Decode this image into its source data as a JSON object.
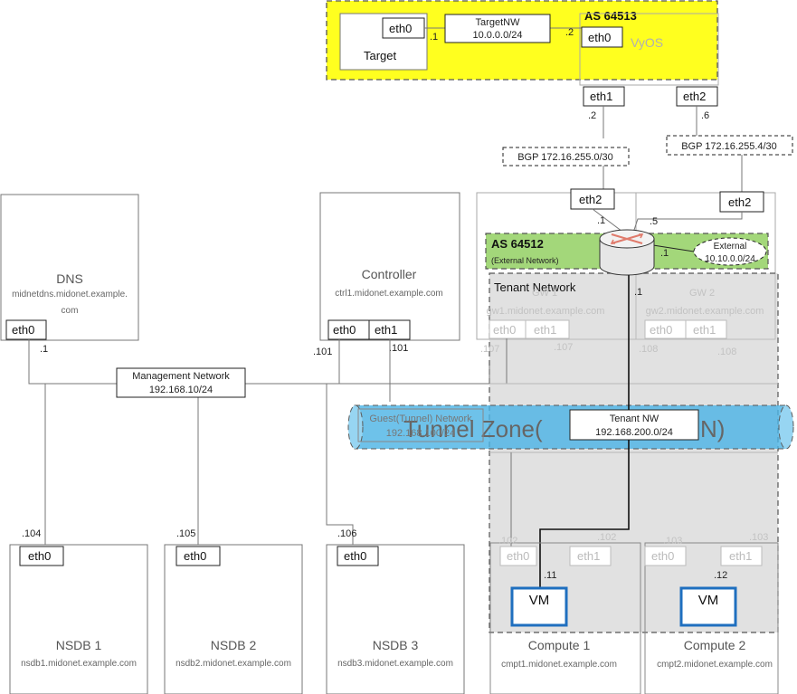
{
  "target_area": {
    "as_label": "AS 64513",
    "target_label": "Target",
    "target_eth": "eth0",
    "target_nw_name": "TargetNW",
    "target_nw_cidr": "10.0.0.0/24",
    "target_addr": ".1",
    "vyos_addr": ".2",
    "vyos_eth0": "eth0",
    "vyos_label": "VyOS"
  },
  "vyos_ports": {
    "eth1": "eth1",
    "eth2": "eth2",
    "eth1_addr": ".2",
    "eth2_addr": ".6"
  },
  "bgp": {
    "left": "BGP 172.16.255.0/30",
    "right": "BGP 172.16.255.4/30",
    "router_eth2_left": "eth2",
    "router_eth2_right": "eth2",
    "left_addr": ".1",
    "right_addr": ".5"
  },
  "midonet_as": {
    "as_label": "AS 64512",
    "sub_label": "(External Network)",
    "external_name": "External",
    "external_cidr": "10.10.0.0/24",
    "external_addr": ".1",
    "tenant_uplink_addr": ".1"
  },
  "dns": {
    "title": "DNS",
    "host_line1": "midnetdns.midonet.example.",
    "host_line2": "com",
    "eth": "eth0",
    "addr": ".1"
  },
  "controller": {
    "title": "Controller",
    "host": "ctrl1.midonet.example.com",
    "eth0": "eth0",
    "eth1": "eth1",
    "addr0": ".101",
    "addr1": ".101"
  },
  "gw1": {
    "title": "GW 1",
    "host": "gw1.midonet.example.com",
    "eth0": "eth0",
    "eth1": "eth1",
    "addr0": ".107",
    "addr1": ".107"
  },
  "gw2": {
    "title": "GW 2",
    "host": "gw2.midonet.example.com",
    "eth0": "eth0",
    "eth1": "eth1",
    "addr0": ".108",
    "addr1": ".108"
  },
  "management_network": {
    "name": "Management Network",
    "cidr": "192.168.10/24"
  },
  "tunnel": {
    "label": "Tunnel Zone(",
    "label_tail": "N)",
    "guest_name": "Guest(Tunnel) Network",
    "guest_cidr": "192.168.100/24"
  },
  "tenant": {
    "title": "Tenant Network",
    "nw_name": "Tenant NW",
    "nw_cidr": "192.168.200.0/24"
  },
  "nsdb": [
    {
      "title": "NSDB 1",
      "host": "nsdb1.midonet.example.com",
      "eth": "eth0",
      "addr": ".104"
    },
    {
      "title": "NSDB 2",
      "host": "nsdb2.midonet.example.com",
      "eth": "eth0",
      "addr": ".105"
    },
    {
      "title": "NSDB 3",
      "host": "nsdb3.midonet.example.com",
      "eth": "eth0",
      "addr": ".106"
    }
  ],
  "compute": [
    {
      "title": "Compute 1",
      "host": "cmpt1.midonet.example.com",
      "eth0": "eth0",
      "eth1": "eth1",
      "addr0": ".102",
      "addr1": ".102",
      "vm_label": "VM",
      "vm_addr": ".11"
    },
    {
      "title": "Compute 2",
      "host": "cmpt2.midonet.example.com",
      "eth0": "eth0",
      "eth1": "eth1",
      "addr0": ".103",
      "addr1": ".103",
      "vm_label": "VM",
      "vm_addr": ".12"
    }
  ],
  "colors": {
    "target_zone": "#ffff1f",
    "midonet_as_zone": "#a3d77a",
    "tunnel": "#4ab4e6",
    "tenant_overlay": "#c8c8c8",
    "vm_border": "#1f6fbf",
    "router_body": "#e6e6e6"
  }
}
